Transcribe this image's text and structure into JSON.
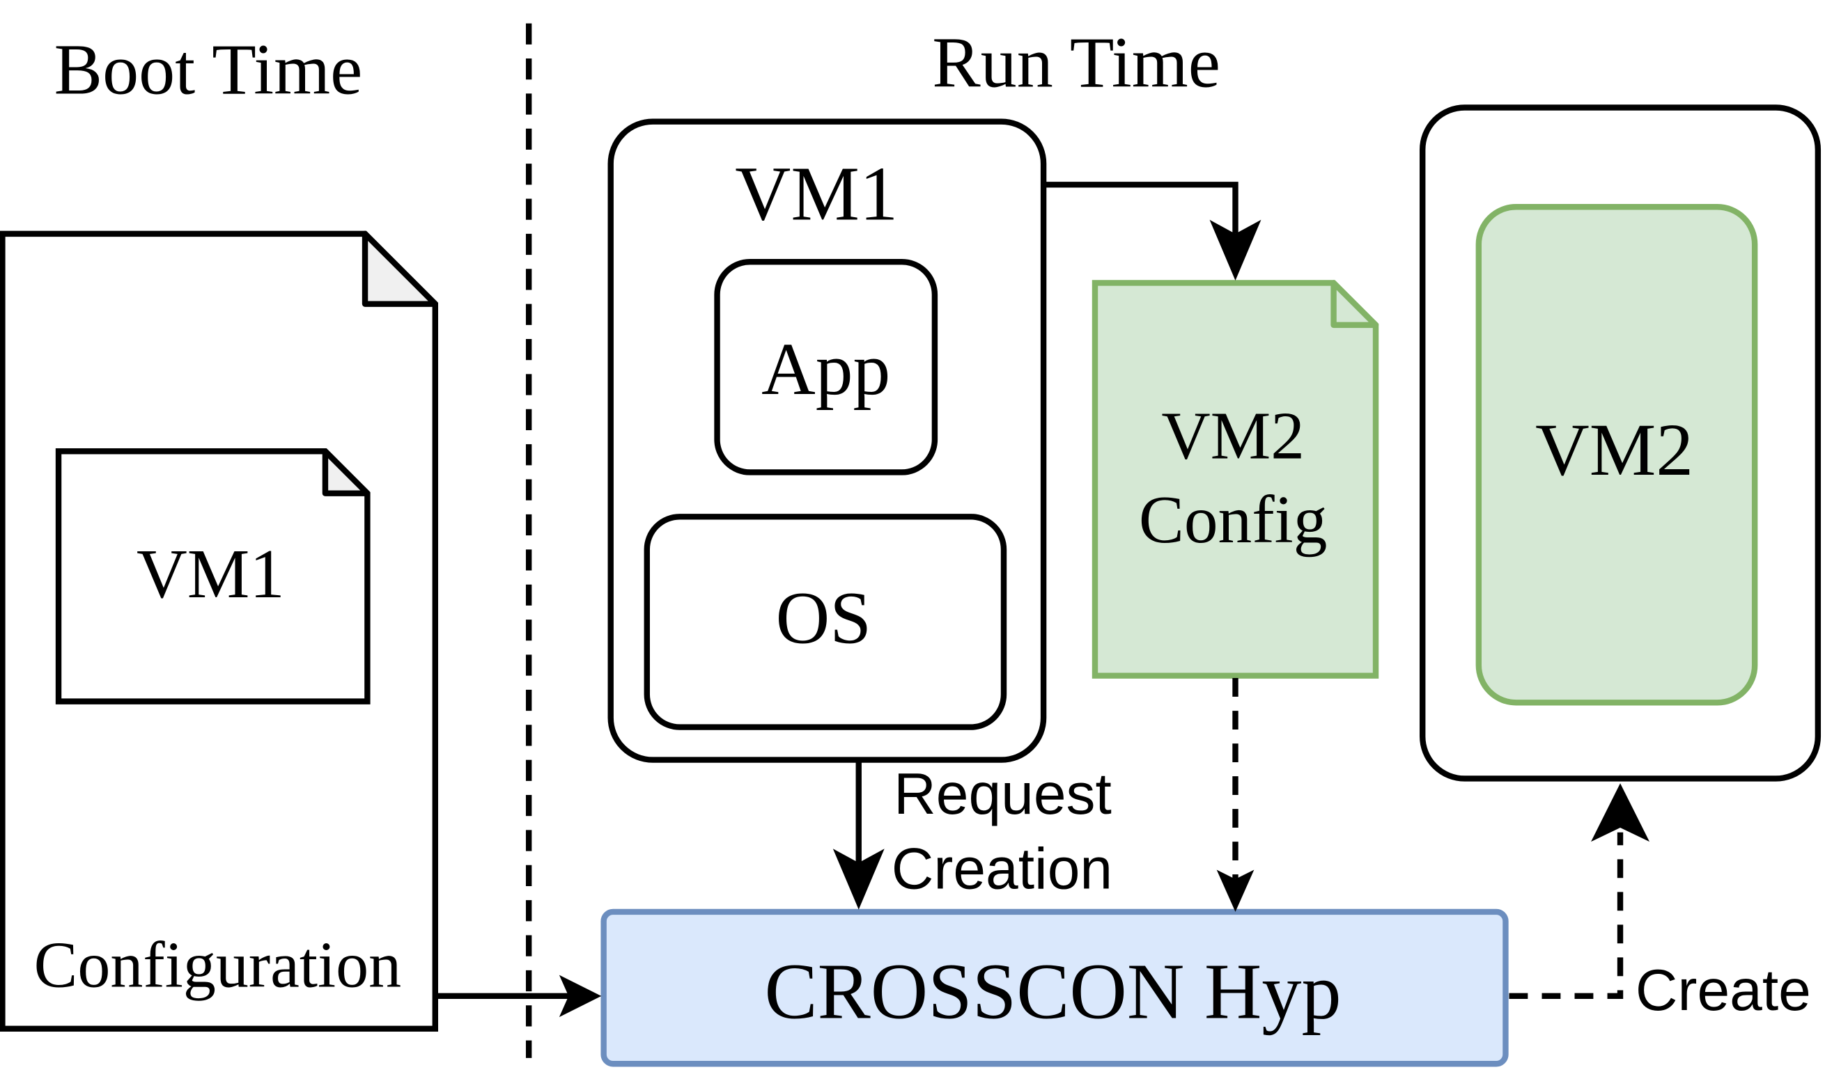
{
  "headings": {
    "boot_time": "Boot Time",
    "run_time": "Run Time"
  },
  "boot": {
    "config_doc_label": "Configuration",
    "vm1_doc_label": "VM1"
  },
  "runtime": {
    "vm1_title": "VM1",
    "app_label": "App",
    "os_label": "OS",
    "vm2_config_line1": "VM2",
    "vm2_config_line2": "Config",
    "vm2_label": "VM2",
    "hypervisor_label": "CROSSCON Hyp",
    "request_line1": "Request",
    "request_line2": "Creation",
    "create_label": "Create"
  },
  "colors": {
    "stroke": "#000000",
    "green_fill": "#d5e8d4",
    "green_stroke": "#82b366",
    "blue_fill": "#dae8fc",
    "blue_stroke": "#6c8ebf",
    "fold_fill": "#f0f0f0"
  }
}
